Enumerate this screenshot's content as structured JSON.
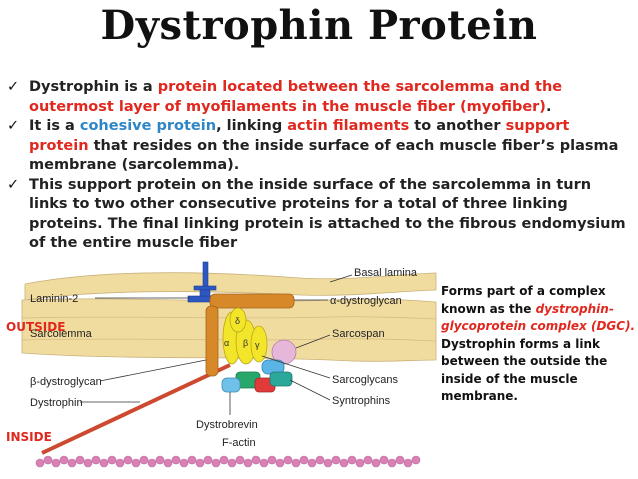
{
  "title": "Dystrophin Protein",
  "bullets": [
    {
      "parts": [
        {
          "text": "Dystrophin is a ",
          "style": "plain"
        },
        {
          "text": "protein located between the sarcolemma and the outermost layer of myofilaments in the muscle fiber (myofiber)",
          "style": "red"
        },
        {
          "text": ".",
          "style": "plain"
        }
      ]
    },
    {
      "parts": [
        {
          "text": "It is a ",
          "style": "plain"
        },
        {
          "text": "cohesive protein",
          "style": "blue"
        },
        {
          "text": ", linking ",
          "style": "plain"
        },
        {
          "text": "actin filaments",
          "style": "red"
        },
        {
          "text": " to another ",
          "style": "plain"
        },
        {
          "text": "support protein",
          "style": "red"
        },
        {
          "text": " that resides on the inside surface of each muscle fiber’s plasma membrane (sarcolemma).",
          "style": "plain"
        }
      ]
    },
    {
      "parts": [
        {
          "text": "This support protein on the inside surface of the sarcolemma in turn links to two other consecutive proteins for a total of three linking proteins. The final linking protein is attached to the fibrous endomysium of the entire muscle fiber",
          "style": "plain"
        }
      ]
    }
  ],
  "diagram": {
    "labels": {
      "basal_lamina": "Basal lamina",
      "laminin": "Laminin-2",
      "a_dystroglycan": "α-dystroglycan",
      "sarcolemma": "Sarcolemma",
      "sarcospan": "Sarcospan",
      "b_dystroglycan": "β-dystroglycan",
      "sarcoglycans": "Sarcoglycans",
      "dystrophin": "Dystrophin",
      "syntrophins": "Syntrophins",
      "dystrobrevin": "Dystrobrevin",
      "f_actin": "F-actin",
      "alpha": "α",
      "beta": "β",
      "gamma": "γ",
      "delta": "δ"
    },
    "outside": "OUTSIDE",
    "inside": "INSIDE"
  },
  "side_note": {
    "line1": "Forms part of a complex known as the ",
    "italic": "dystrophin-glycoprotein complex (DGC).",
    "line2": " Dystrophin forms a link between the outside the inside of the muscle membrane."
  },
  "colors": {
    "red": "#e0281f",
    "blue": "#2e86c7",
    "membrane": "#f1dca0",
    "laminin": "#2d58c2",
    "a_dystroglycan": "#d7892a",
    "sarcoglycan_yellow": "#f3e62a",
    "sarcospan": "#e6b7d9",
    "dystrophin": "#cc4a2f",
    "f_actin": "#d983b5"
  }
}
